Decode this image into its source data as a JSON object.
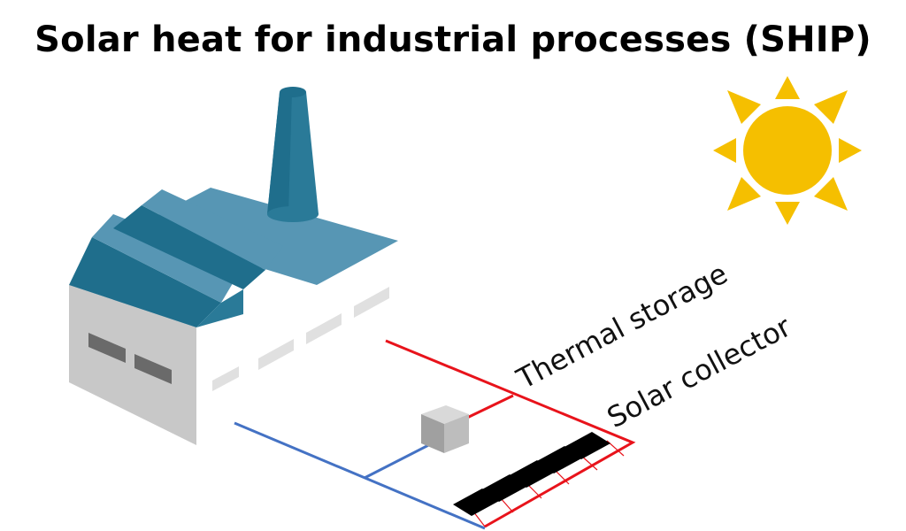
{
  "title": "Solar heat for industrial processes (SHIP)",
  "labels": {
    "thermal_storage": "Thermal storage",
    "solar_collector": "Solar collector"
  },
  "colors": {
    "roof_dark": "#1f6e8c",
    "roof_light": "#5796b4",
    "wall": "#c8c8c8",
    "hot_pipe": "#e8131b",
    "cold_pipe": "#4472c4",
    "sun": "#f5bf00",
    "panel": "#000000"
  },
  "icons": {
    "factory": "factory-icon",
    "sun": "sun-icon",
    "storage": "storage-tank-icon"
  }
}
